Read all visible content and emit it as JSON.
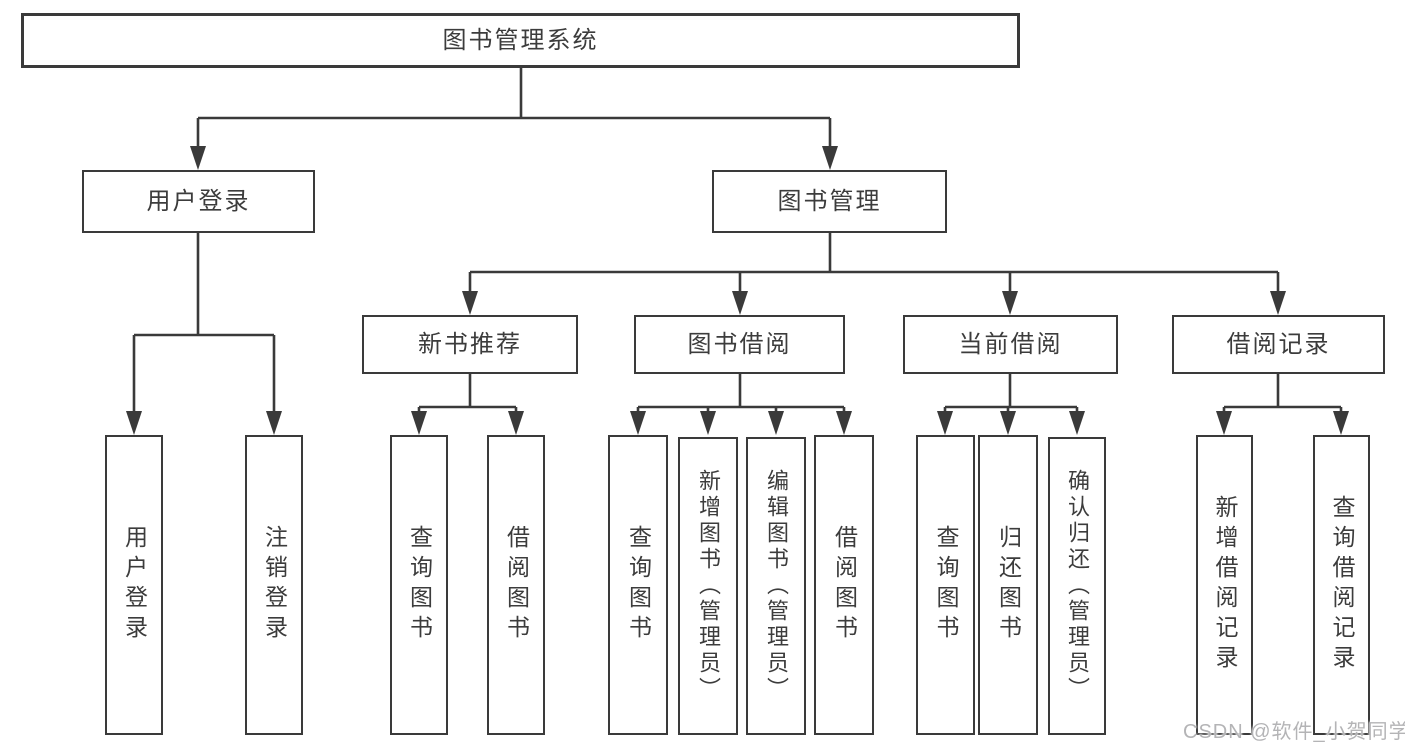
{
  "tree": {
    "label": "图书管理系统",
    "children": [
      {
        "label": "用户登录",
        "children": [
          {
            "label": "用户登录"
          },
          {
            "label": "注销登录"
          }
        ]
      },
      {
        "label": "图书管理",
        "children": [
          {
            "label": "新书推荐",
            "children": [
              {
                "label": "查询图书"
              },
              {
                "label": "借阅图书"
              }
            ]
          },
          {
            "label": "图书借阅",
            "children": [
              {
                "label": "查询图书"
              },
              {
                "label": "新增图书（管理员）"
              },
              {
                "label": "编辑图书（管理员）"
              },
              {
                "label": "借阅图书"
              }
            ]
          },
          {
            "label": "当前借阅",
            "children": [
              {
                "label": "查询图书"
              },
              {
                "label": "归还图书"
              },
              {
                "label": "确认归还（管理员）"
              }
            ]
          },
          {
            "label": "借阅记录",
            "children": [
              {
                "label": "新增借阅记录"
              },
              {
                "label": "查询借阅记录"
              }
            ]
          }
        ]
      }
    ]
  },
  "watermark": {
    "text": "CSDN @软件_小贺同学"
  },
  "colors": {
    "line": "#3a3a3a",
    "text": "#3c3c3c",
    "watermark": "#b4b4b6",
    "background": "#ffffff"
  }
}
